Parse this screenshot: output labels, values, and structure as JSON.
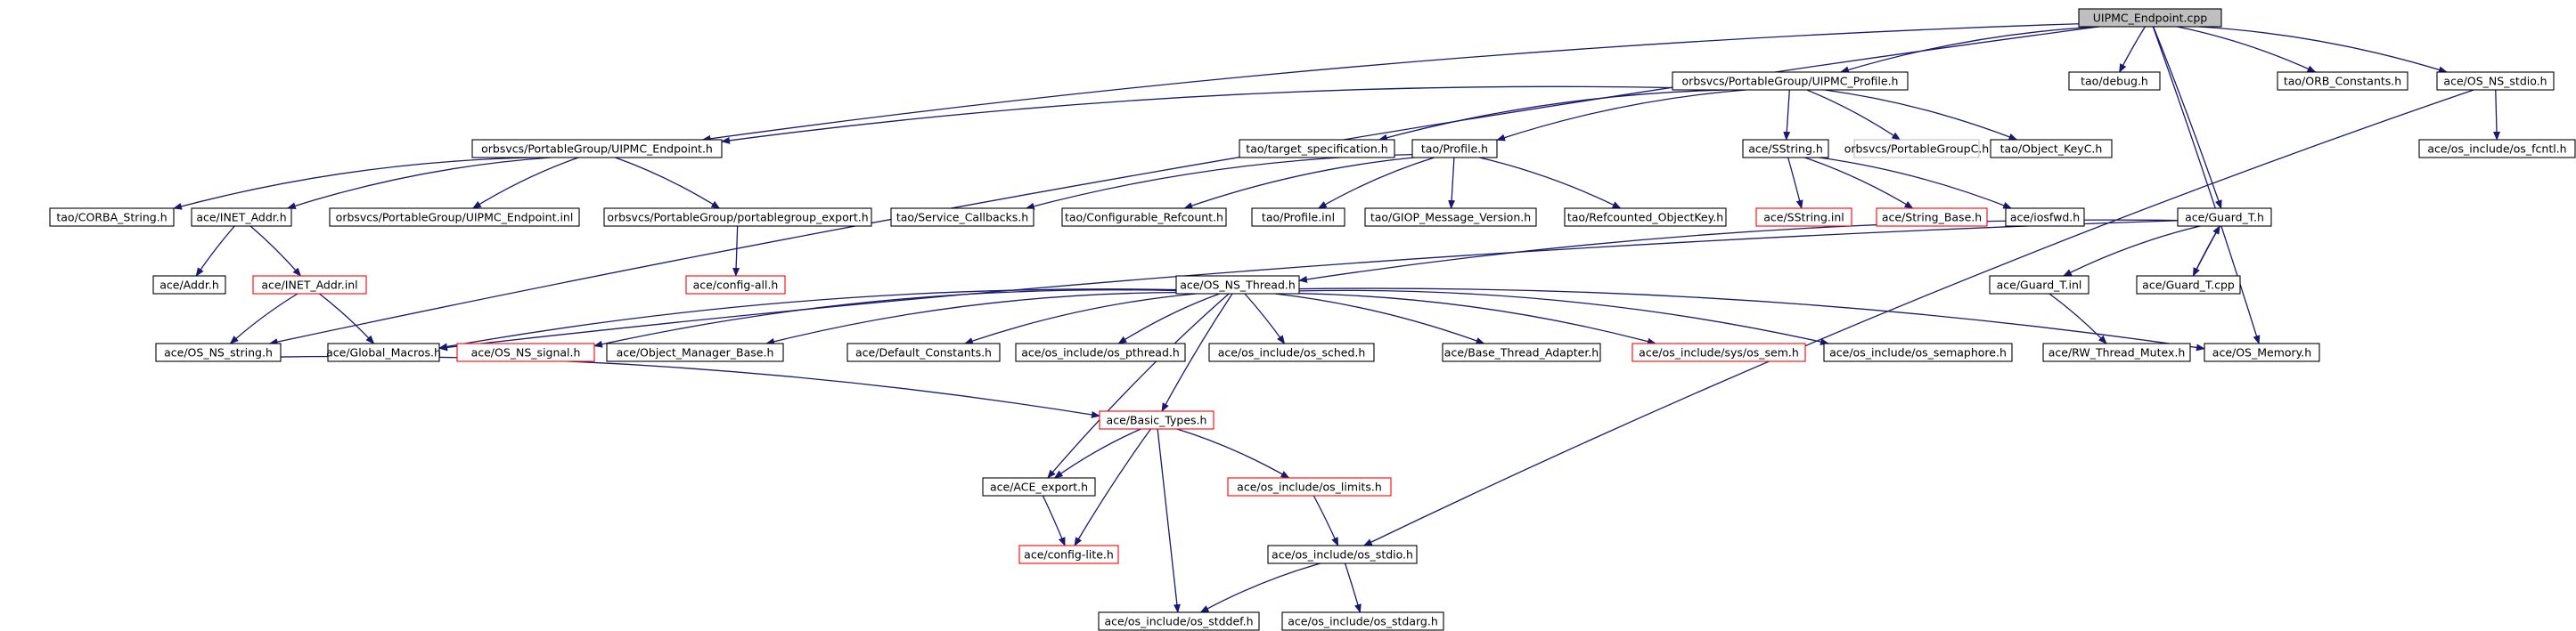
{
  "diagram": {
    "colors": {
      "edge": "#191970",
      "normal_border": "#000000",
      "truncated_border": "#ff0000",
      "missing_border": "#bfbfbf",
      "root_fill": "#bfbfbf",
      "node_fill": "#ffffff"
    },
    "nodes": [
      {
        "id": "root",
        "label": "UIPMC_Endpoint.cpp",
        "kind": "root"
      },
      {
        "id": "profile_h",
        "label": "orbsvcs/PortableGroup/UIPMC_Profile.h",
        "kind": "normal"
      },
      {
        "id": "tao_debug",
        "label": "tao/debug.h",
        "kind": "normal"
      },
      {
        "id": "tao_orb_constants",
        "label": "tao/ORB_Constants.h",
        "kind": "normal"
      },
      {
        "id": "os_ns_stdio",
        "label": "ace/OS_NS_stdio.h",
        "kind": "normal"
      },
      {
        "id": "endpoint_h",
        "label": "orbsvcs/PortableGroup/UIPMC_Endpoint.h",
        "kind": "normal"
      },
      {
        "id": "tao_target_spec",
        "label": "tao/target_specification.h",
        "kind": "normal"
      },
      {
        "id": "tao_profile",
        "label": "tao/Profile.h",
        "kind": "normal"
      },
      {
        "id": "ace_sstring",
        "label": "ace/SString.h",
        "kind": "normal"
      },
      {
        "id": "portablegroupc",
        "label": "orbsvcs/PortableGroupC.h",
        "kind": "missing"
      },
      {
        "id": "tao_object_keyc",
        "label": "tao/Object_KeyC.h",
        "kind": "normal"
      },
      {
        "id": "os_fcntl",
        "label": "ace/os_include/os_fcntl.h",
        "kind": "normal"
      },
      {
        "id": "tao_corba_string",
        "label": "tao/CORBA_String.h",
        "kind": "normal"
      },
      {
        "id": "inet_addr_h",
        "label": "ace/INET_Addr.h",
        "kind": "normal"
      },
      {
        "id": "endpoint_inl",
        "label": "orbsvcs/PortableGroup/UIPMC_Endpoint.inl",
        "kind": "normal"
      },
      {
        "id": "pg_export",
        "label": "orbsvcs/PortableGroup/portablegroup_export.h",
        "kind": "normal"
      },
      {
        "id": "tao_service_callbacks",
        "label": "tao/Service_Callbacks.h",
        "kind": "normal"
      },
      {
        "id": "tao_configurable_refcount",
        "label": "tao/Configurable_Refcount.h",
        "kind": "normal"
      },
      {
        "id": "tao_profile_inl",
        "label": "tao/Profile.inl",
        "kind": "normal"
      },
      {
        "id": "tao_giop_version",
        "label": "tao/GIOP_Message_Version.h",
        "kind": "normal"
      },
      {
        "id": "tao_refcounted_objectkey",
        "label": "tao/Refcounted_ObjectKey.h",
        "kind": "normal"
      },
      {
        "id": "ace_sstring_inl",
        "label": "ace/SString.inl",
        "kind": "truncated"
      },
      {
        "id": "ace_string_base",
        "label": "ace/String_Base.h",
        "kind": "truncated"
      },
      {
        "id": "ace_iosfwd",
        "label": "ace/iosfwd.h",
        "kind": "normal"
      },
      {
        "id": "ace_guard_t_h",
        "label": "ace/Guard_T.h",
        "kind": "normal"
      },
      {
        "id": "ace_addr",
        "label": "ace/Addr.h",
        "kind": "normal"
      },
      {
        "id": "inet_addr_inl",
        "label": "ace/INET_Addr.inl",
        "kind": "truncated"
      },
      {
        "id": "ace_config_all",
        "label": "ace/config-all.h",
        "kind": "truncated"
      },
      {
        "id": "os_ns_thread",
        "label": "ace/OS_NS_Thread.h",
        "kind": "normal"
      },
      {
        "id": "guard_t_inl",
        "label": "ace/Guard_T.inl",
        "kind": "normal"
      },
      {
        "id": "guard_t_cpp",
        "label": "ace/Guard_T.cpp",
        "kind": "normal"
      },
      {
        "id": "os_ns_string",
        "label": "ace/OS_NS_string.h",
        "kind": "normal"
      },
      {
        "id": "global_macros",
        "label": "ace/Global_Macros.h",
        "kind": "normal"
      },
      {
        "id": "os_ns_signal",
        "label": "ace/OS_NS_signal.h",
        "kind": "truncated"
      },
      {
        "id": "object_manager_base",
        "label": "ace/Object_Manager_Base.h",
        "kind": "normal"
      },
      {
        "id": "default_constants",
        "label": "ace/Default_Constants.h",
        "kind": "normal"
      },
      {
        "id": "os_pthread",
        "label": "ace/os_include/os_pthread.h",
        "kind": "normal"
      },
      {
        "id": "os_sched",
        "label": "ace/os_include/os_sched.h",
        "kind": "normal"
      },
      {
        "id": "base_thread_adapter",
        "label": "ace/Base_Thread_Adapter.h",
        "kind": "normal"
      },
      {
        "id": "os_sys_sem",
        "label": "ace/os_include/sys/os_sem.h",
        "kind": "truncated"
      },
      {
        "id": "os_semaphore",
        "label": "ace/os_include/os_semaphore.h",
        "kind": "normal"
      },
      {
        "id": "rw_thread_mutex",
        "label": "ace/RW_Thread_Mutex.h",
        "kind": "normal"
      },
      {
        "id": "os_memory",
        "label": "ace/OS_Memory.h",
        "kind": "normal"
      },
      {
        "id": "basic_types",
        "label": "ace/Basic_Types.h",
        "kind": "truncated"
      },
      {
        "id": "ace_export",
        "label": "ace/ACE_export.h",
        "kind": "normal"
      },
      {
        "id": "os_limits",
        "label": "ace/os_include/os_limits.h",
        "kind": "truncated"
      },
      {
        "id": "config_lite",
        "label": "ace/config-lite.h",
        "kind": "truncated"
      },
      {
        "id": "os_stdio",
        "label": "ace/os_include/os_stdio.h",
        "kind": "normal"
      },
      {
        "id": "os_stddef",
        "label": "ace/os_include/os_stddef.h",
        "kind": "normal"
      },
      {
        "id": "os_stdarg",
        "label": "ace/os_include/os_stdarg.h",
        "kind": "normal"
      }
    ],
    "edges": [
      [
        "root",
        "profile_h"
      ],
      [
        "root",
        "tao_debug"
      ],
      [
        "root",
        "tao_orb_constants"
      ],
      [
        "root",
        "os_ns_stdio"
      ],
      [
        "root",
        "endpoint_h"
      ],
      [
        "root",
        "ace_guard_t_h"
      ],
      [
        "root",
        "os_memory"
      ],
      [
        "root",
        "os_ns_string"
      ],
      [
        "profile_h",
        "endpoint_h"
      ],
      [
        "profile_h",
        "tao_target_spec"
      ],
      [
        "profile_h",
        "tao_profile"
      ],
      [
        "profile_h",
        "ace_sstring"
      ],
      [
        "profile_h",
        "portablegroupc"
      ],
      [
        "profile_h",
        "tao_object_keyc"
      ],
      [
        "os_ns_stdio",
        "os_fcntl"
      ],
      [
        "os_ns_stdio",
        "os_stdio"
      ],
      [
        "endpoint_h",
        "tao_corba_string"
      ],
      [
        "endpoint_h",
        "inet_addr_h"
      ],
      [
        "endpoint_h",
        "endpoint_inl"
      ],
      [
        "endpoint_h",
        "pg_export"
      ],
      [
        "tao_profile",
        "tao_service_callbacks"
      ],
      [
        "tao_profile",
        "tao_configurable_refcount"
      ],
      [
        "tao_profile",
        "tao_profile_inl"
      ],
      [
        "tao_profile",
        "tao_giop_version"
      ],
      [
        "tao_profile",
        "tao_refcounted_objectkey"
      ],
      [
        "ace_sstring",
        "ace_sstring_inl"
      ],
      [
        "ace_sstring",
        "ace_string_base"
      ],
      [
        "ace_sstring",
        "ace_iosfwd"
      ],
      [
        "inet_addr_h",
        "ace_addr"
      ],
      [
        "inet_addr_h",
        "inet_addr_inl"
      ],
      [
        "inet_addr_inl",
        "os_ns_string"
      ],
      [
        "inet_addr_inl",
        "global_macros"
      ],
      [
        "pg_export",
        "ace_config_all"
      ],
      [
        "ace_guard_t_h",
        "os_ns_thread"
      ],
      [
        "ace_guard_t_h",
        "guard_t_inl"
      ],
      [
        "ace_guard_t_h",
        "guard_t_cpp"
      ],
      [
        "ace_guard_t_h",
        "global_macros"
      ],
      [
        "guard_t_cpp",
        "ace_guard_t_h"
      ],
      [
        "guard_t_inl",
        "rw_thread_mutex"
      ],
      [
        "os_ns_thread",
        "global_macros"
      ],
      [
        "os_ns_thread",
        "os_ns_signal"
      ],
      [
        "os_ns_thread",
        "object_manager_base"
      ],
      [
        "os_ns_thread",
        "default_constants"
      ],
      [
        "os_ns_thread",
        "os_pthread"
      ],
      [
        "os_ns_thread",
        "os_sched"
      ],
      [
        "os_ns_thread",
        "base_thread_adapter"
      ],
      [
        "os_ns_thread",
        "os_sys_sem"
      ],
      [
        "os_ns_thread",
        "os_semaphore"
      ],
      [
        "os_ns_thread",
        "os_memory"
      ],
      [
        "os_ns_thread",
        "basic_types"
      ],
      [
        "os_ns_thread",
        "ace_export"
      ],
      [
        "os_ns_string",
        "basic_types"
      ],
      [
        "basic_types",
        "ace_export"
      ],
      [
        "basic_types",
        "os_limits"
      ],
      [
        "basic_types",
        "config_lite"
      ],
      [
        "basic_types",
        "os_stddef"
      ],
      [
        "ace_export",
        "config_lite"
      ],
      [
        "os_limits",
        "os_stdio"
      ],
      [
        "os_stdio",
        "os_stddef"
      ],
      [
        "os_stdio",
        "os_stdarg"
      ]
    ]
  }
}
